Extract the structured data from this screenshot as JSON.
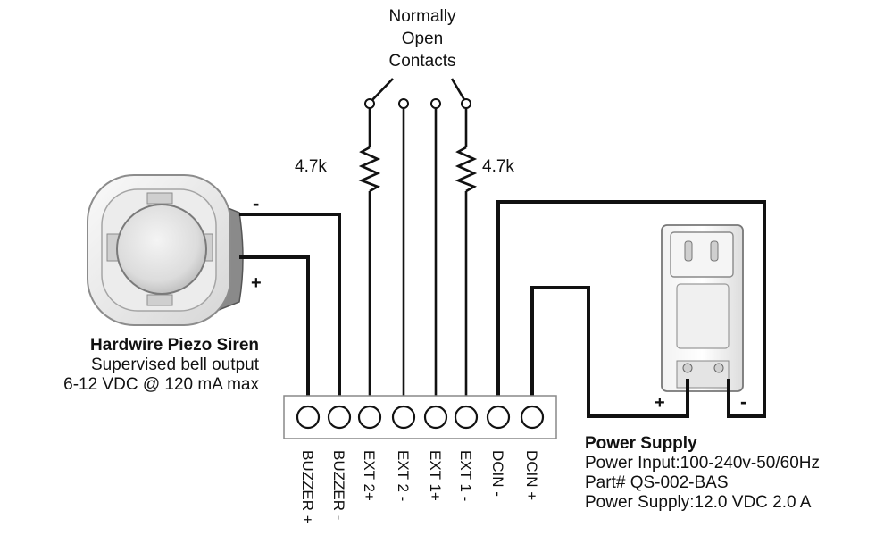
{
  "contacts": {
    "title_lines": [
      "Normally",
      "Open",
      "Contacts"
    ],
    "resistor_left": "4.7k",
    "resistor_right": "4.7k"
  },
  "siren": {
    "minus_label": "-",
    "plus_label": "+",
    "title": "Hardwire Piezo Siren",
    "line1": "Supervised bell output",
    "line2": "6-12 VDC @ 120 mA max"
  },
  "terminals": [
    "BUZZER +",
    "BUZZER -",
    "EXT 2+",
    "EXT 2 -",
    "EXT 1+",
    "EXT 1 -",
    "DCIN -",
    "DCIN +"
  ],
  "power_supply": {
    "plus_label": "+",
    "minus_label": "-",
    "title": "Power Supply",
    "line1": "Power Input:100-240v-50/60Hz",
    "line2": "Part# QS-002-BAS",
    "line3": "Power Supply:12.0 VDC 2.0 A"
  }
}
